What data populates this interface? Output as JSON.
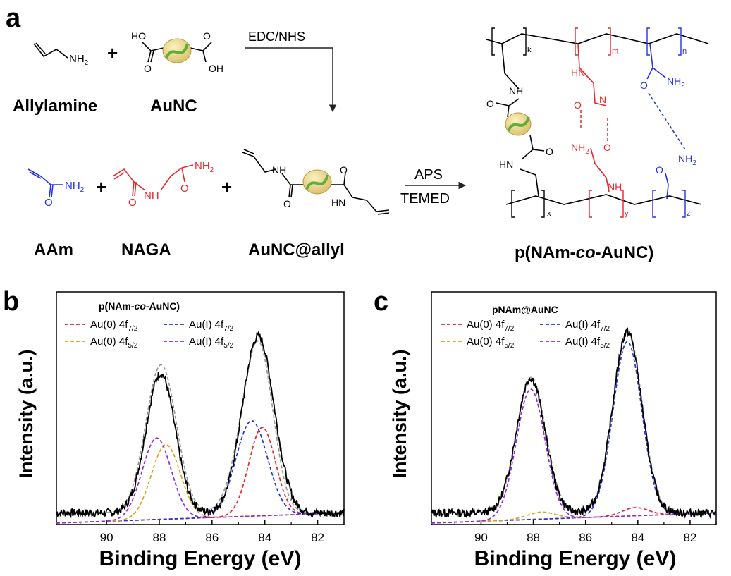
{
  "figure": {
    "panel_a_letter": "a",
    "panel_b_letter": "b",
    "panel_c_letter": "c"
  },
  "scheme": {
    "allylamine_label": "Allylamine",
    "aunc_label": "AuNC",
    "aam_label": "AAm",
    "naga_label": "NAGA",
    "aunc_allyl_label": "AuNC@allyl",
    "step1_reagent": "EDC/NHS",
    "step2_reagent_top": "APS",
    "step2_reagent_bottom": "TEMED",
    "plus": "+",
    "polymer_label_prefix": "p(NAm-",
    "polymer_label_italic": "co",
    "polymer_label_suffix": "-AuNC)",
    "atoms": {
      "nh2": "NH",
      "nh": "NH",
      "hn": "HN",
      "ho": "HO",
      "oh": "OH",
      "o": "O",
      "n": "N",
      "h2n": "H",
      "sub2": "2"
    },
    "subscripts": {
      "k": "k",
      "m": "m",
      "n": "n",
      "x": "x",
      "y": "y",
      "z": "z"
    }
  },
  "chart_data": [
    {
      "type": "line",
      "title_prefix": "p(NAm-",
      "title_italic": "co",
      "title_suffix": "-AuNC)",
      "xlabel": "Binding Energy (eV)",
      "ylabel": "Intensity (a.u.)",
      "xlim": [
        91.9,
        81.0
      ],
      "x_reversed": true,
      "xticks": [
        90,
        88,
        86,
        84,
        82
      ],
      "y_ticks_shown": false,
      "legend_position": "top-left",
      "legend": [
        {
          "label": "Au(0) 4f",
          "sub": "7/2",
          "color": "#e8262b"
        },
        {
          "label": "Au(I) 4f",
          "sub": "7/2",
          "color": "#2432e0"
        },
        {
          "label": "Au(0) 4f",
          "sub": "5/2",
          "color": "#d9a21f"
        },
        {
          "label": "Au(I) 4f",
          "sub": "5/2",
          "color": "#8a2be2"
        }
      ],
      "baseline": 0.05,
      "measured_peaks": [
        {
          "center": 87.95,
          "height": 0.6,
          "width": 0.55
        },
        {
          "center": 84.25,
          "height": 0.76,
          "width": 0.6
        }
      ],
      "fit_components": [
        {
          "name": "Au(0) 4f7/2",
          "center": 84.1,
          "height": 0.38,
          "width": 0.5,
          "color": "#e8262b"
        },
        {
          "name": "Au(I) 4f7/2",
          "center": 84.5,
          "height": 0.41,
          "width": 0.6,
          "color": "#2432e0"
        },
        {
          "name": "Au(0) 4f5/2",
          "center": 87.75,
          "height": 0.32,
          "width": 0.55,
          "color": "#d9a21f"
        },
        {
          "name": "Au(I) 4f5/2",
          "center": 88.1,
          "height": 0.35,
          "width": 0.55,
          "color": "#8a2be2"
        }
      ]
    },
    {
      "type": "line",
      "title_prefix": "pNAm@AuNC",
      "title_italic": "",
      "title_suffix": "",
      "xlabel": "Binding Energy (eV)",
      "ylabel": "Intensity (a.u.)",
      "xlim": [
        91.9,
        81.0
      ],
      "x_reversed": true,
      "xticks": [
        90,
        88,
        86,
        84,
        82
      ],
      "y_ticks_shown": false,
      "legend_position": "top-left",
      "legend": [
        {
          "label": "Au(0) 4f",
          "sub": "7/2",
          "color": "#e8262b"
        },
        {
          "label": "Au(I) 4f",
          "sub": "7/2",
          "color": "#2432e0"
        },
        {
          "label": "Au(0) 4f",
          "sub": "5/2",
          "color": "#d9a21f"
        },
        {
          "label": "Au(I) 4f",
          "sub": "5/2",
          "color": "#8a2be2"
        }
      ],
      "baseline": 0.05,
      "measured_peaks": [
        {
          "center": 88.1,
          "height": 0.58,
          "width": 0.55
        },
        {
          "center": 84.4,
          "height": 0.78,
          "width": 0.55
        }
      ],
      "fit_components": [
        {
          "name": "Au(0) 4f7/2",
          "center": 84.1,
          "height": 0.035,
          "width": 0.5,
          "color": "#e8262b"
        },
        {
          "name": "Au(I) 4f7/2",
          "center": 84.4,
          "height": 0.75,
          "width": 0.55,
          "color": "#2432e0"
        },
        {
          "name": "Au(0) 4f5/2",
          "center": 87.7,
          "height": 0.03,
          "width": 0.55,
          "color": "#d9a21f"
        },
        {
          "name": "Au(I) 4f5/2",
          "center": 88.1,
          "height": 0.56,
          "width": 0.55,
          "color": "#8a2be2"
        }
      ]
    }
  ]
}
